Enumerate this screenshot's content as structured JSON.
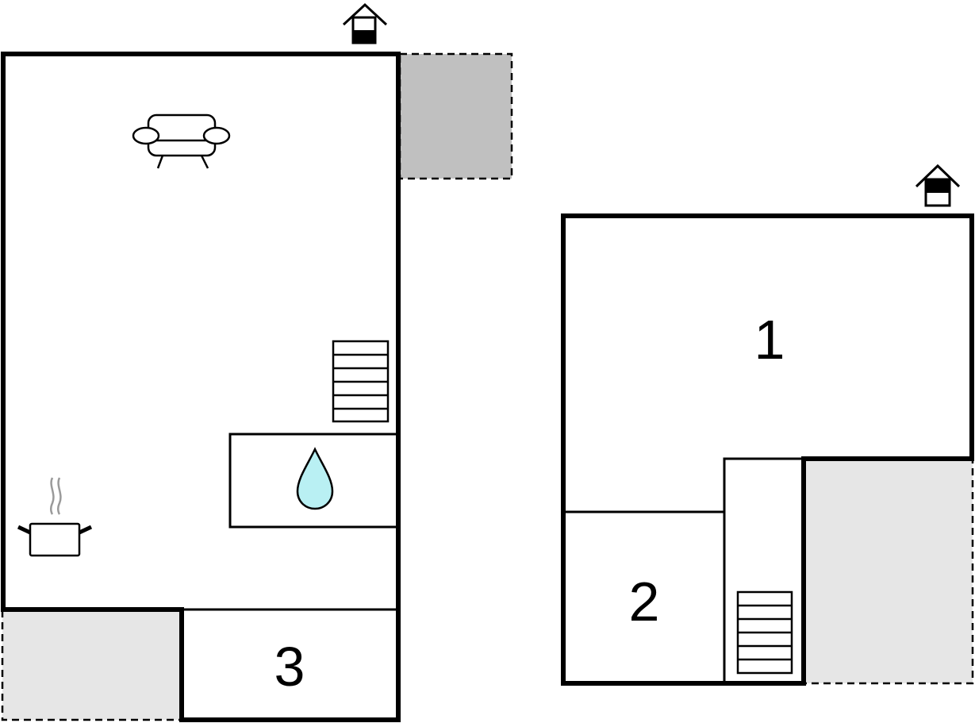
{
  "floor_plan": {
    "colors": {
      "wall": "#000000",
      "terrace_dark": "#c0c0c0",
      "terrace_light": "#e6e6e6",
      "water": "#b9f0f3",
      "steam": "#9a9a9a"
    },
    "icons": {
      "entrance": "house-entrance-icon",
      "living_room": "sofa-icon",
      "stairs": "stairs-icon",
      "bathroom": "water-drop-icon",
      "kitchen": "cooking-pot-icon"
    },
    "ground_floor": {
      "rooms": [
        {
          "label": "3"
        }
      ]
    },
    "first_floor": {
      "rooms": [
        {
          "label": "1"
        },
        {
          "label": "2"
        }
      ]
    }
  }
}
